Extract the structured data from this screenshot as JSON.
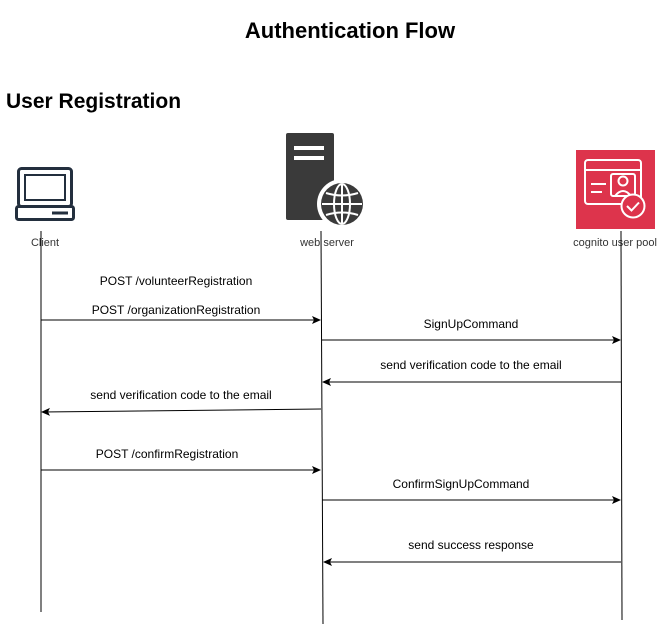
{
  "title": "Authentication Flow",
  "section_title": "User Registration",
  "colors": {
    "line": "#000000",
    "icon_dark": "#232f3e",
    "server_dark": "#3a3a3a",
    "cognito_red": "#dd344c",
    "white": "#ffffff"
  },
  "participants": [
    {
      "id": "client",
      "label": "Client",
      "icon": "desktop-computer-icon"
    },
    {
      "id": "server",
      "label": "web server",
      "icon": "web-server-icon"
    },
    {
      "id": "cognito",
      "label": "cognito user pool",
      "icon": "cognito-user-pool-icon"
    }
  ],
  "messages": [
    {
      "label": "POST /volunteerRegistration",
      "from": "client",
      "to": "server",
      "arrow": false
    },
    {
      "label": "POST /organizationRegistration",
      "from": "client",
      "to": "server",
      "arrow": true
    },
    {
      "label": "SignUpCommand",
      "from": "server",
      "to": "cognito",
      "arrow": true
    },
    {
      "label": "send verification code to the email",
      "from": "cognito",
      "to": "server",
      "arrow": true
    },
    {
      "label": "send verification code to the email",
      "from": "server",
      "to": "client",
      "arrow": true
    },
    {
      "label": "POST /confirmRegistration",
      "from": "client",
      "to": "server",
      "arrow": true
    },
    {
      "label": "ConfirmSignUpCommand",
      "from": "server",
      "to": "cognito",
      "arrow": true
    },
    {
      "label": "send success response",
      "from": "cognito",
      "to": "server",
      "arrow": true
    }
  ]
}
